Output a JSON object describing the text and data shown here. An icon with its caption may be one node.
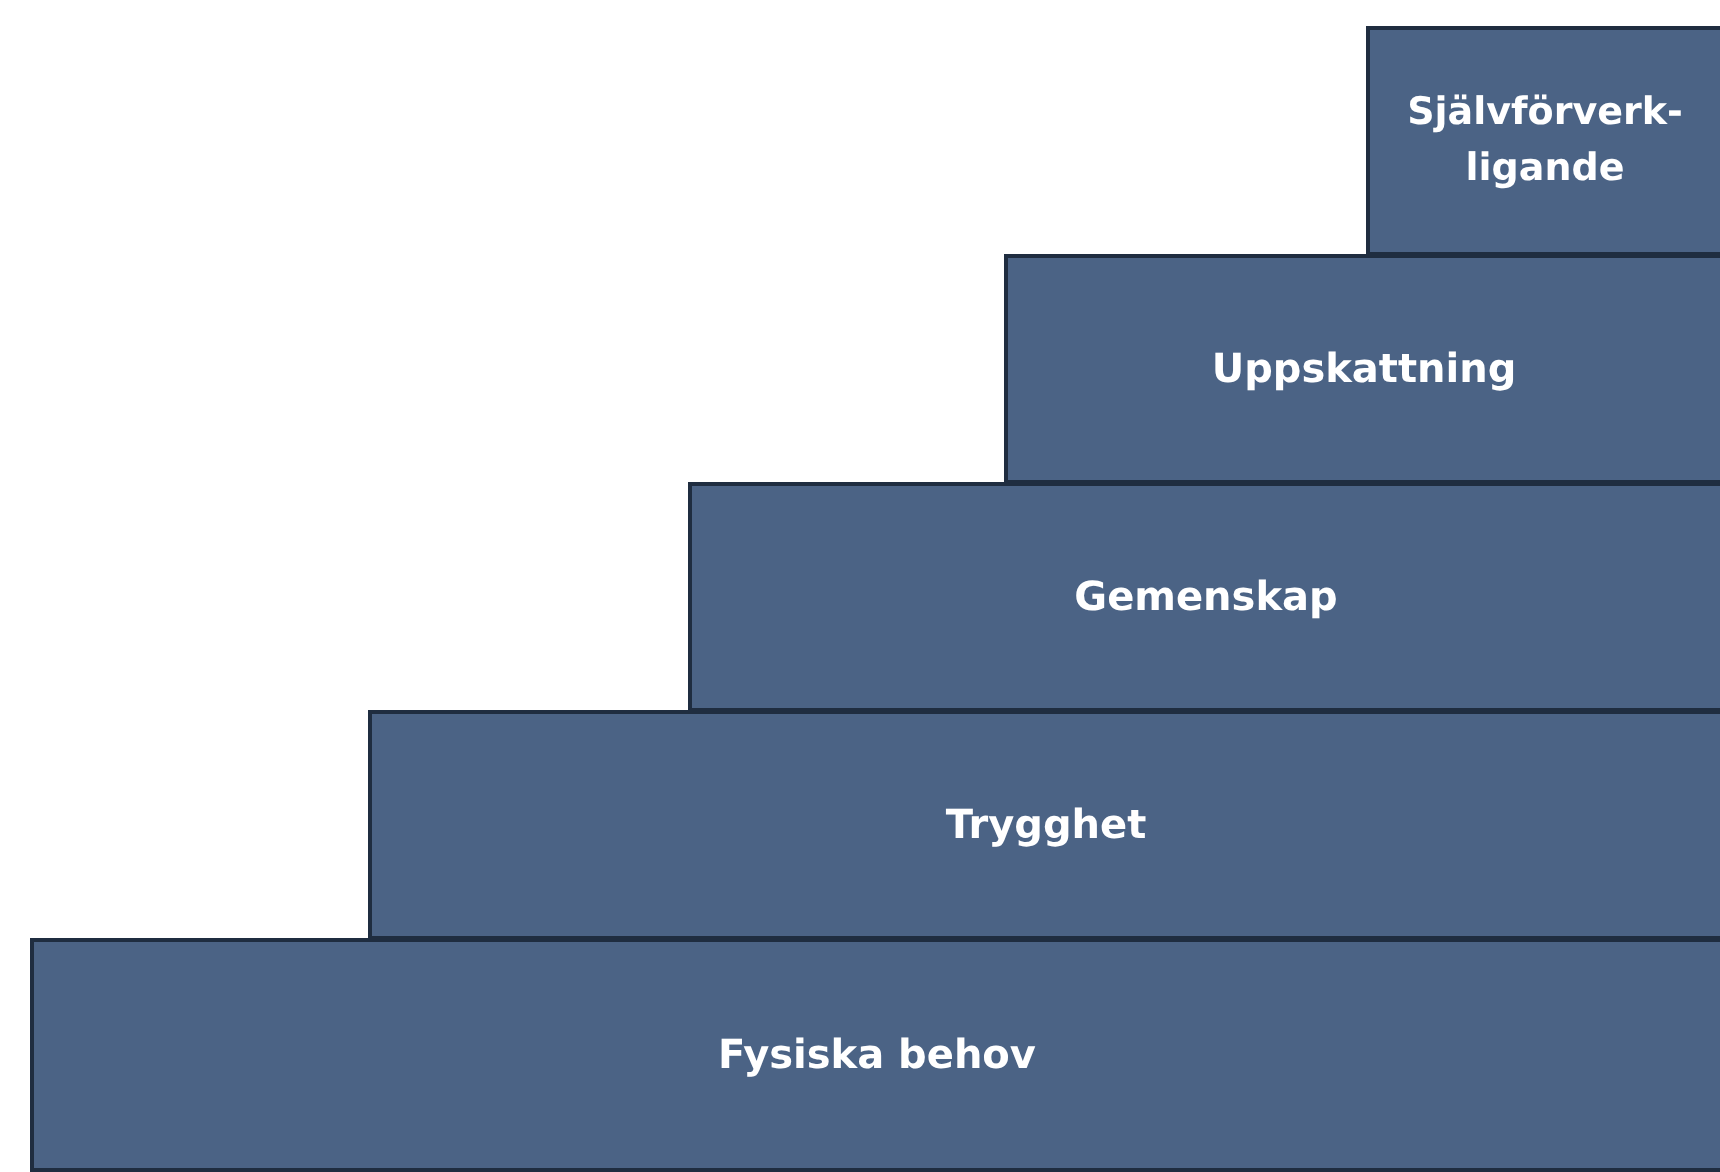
{
  "diagram": {
    "nodes": [
      {
        "text": [
          "Självförverk- ligande"
        ]
      },
      {
        "text": [
          "Uppskattning"
        ]
      },
      {
        "text": [
          "Gemenskap"
        ]
      },
      {
        "text": [
          "Trygghet"
        ]
      },
      {
        "text": [
          "Fysiska behov"
        ]
      }
    ]
  }
}
